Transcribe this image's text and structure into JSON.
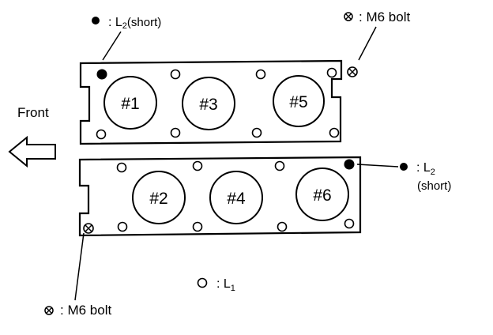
{
  "diagram": {
    "legend_top_left": {
      "text": ": L",
      "sub": "2",
      "after": "(short)"
    },
    "legend_top_right": {
      "text": ": M6  bolt"
    },
    "front_label": "Front",
    "legend_right": {
      "text": ": L",
      "sub": "2",
      "after": "(short)"
    },
    "legend_l1": {
      "text": ": L",
      "sub": "1"
    },
    "legend_bottom_left": {
      "text": ": M6  bolt"
    },
    "cylinders": {
      "c1": "#1",
      "c3": "#3",
      "c5": "#5",
      "c2": "#2",
      "c4": "#4",
      "c6": "#6"
    }
  }
}
